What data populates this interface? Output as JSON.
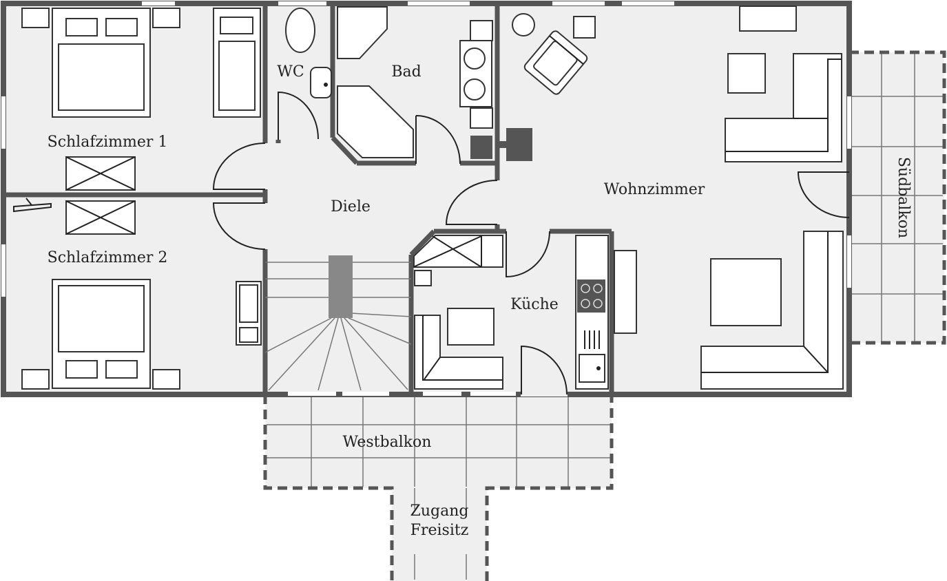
{
  "rooms": {
    "schlafzimmer1": "Schlafzimmer 1",
    "schlafzimmer2": "Schlafzimmer 2",
    "wc": "WC",
    "bad": "Bad",
    "diele": "Diele",
    "wohnzimmer": "Wohnzimmer",
    "kueche": "Küche",
    "westbalkon": "Westbalkon",
    "zugang_line1": "Zugang",
    "zugang_line2": "Freisitz",
    "suedbalkon": "Südbalkon"
  },
  "colors": {
    "floor": "#efefef",
    "wall": "#555555",
    "outline": "#333333",
    "stair_post": "#888888",
    "appliance": "#555555"
  }
}
